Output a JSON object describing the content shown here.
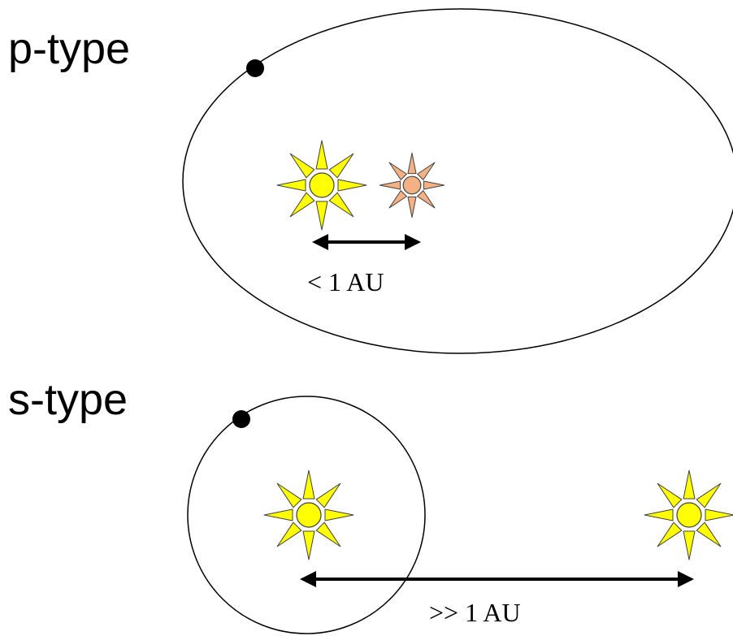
{
  "p_type": {
    "heading": "p-type",
    "separation_label": "< 1 AU"
  },
  "s_type": {
    "heading": "s-type",
    "separation_label": ">> 1 AU"
  },
  "colors": {
    "yellow_star_fill": "#ffff00",
    "orange_star_fill": "#f4b183",
    "star_outline": "#404040",
    "orbit_line": "#000000",
    "planet": "#000000"
  },
  "icons": [
    "sun-icon",
    "planet-icon",
    "double-arrow"
  ]
}
